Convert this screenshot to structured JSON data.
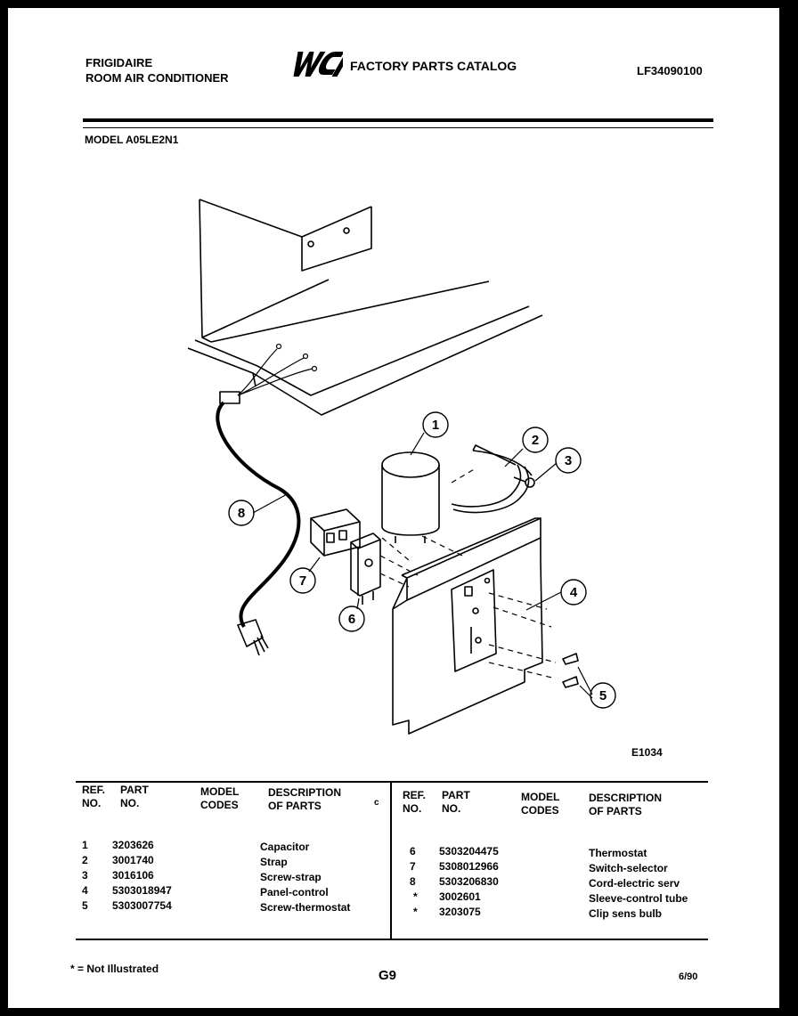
{
  "header": {
    "brand_line1": "FRIGIDAIRE",
    "brand_line2": "ROOM AIR CONDITIONER",
    "logo_text": "WCI",
    "catalog_title": "FACTORY PARTS CATALOG",
    "doc_number": "LF34090100",
    "model": "MODEL A05LE2N1"
  },
  "diagram": {
    "callouts": [
      "1",
      "2",
      "3",
      "4",
      "5",
      "6",
      "7",
      "8"
    ],
    "figure_id": "E1034"
  },
  "table": {
    "left_headers": {
      "ref": [
        "REF.",
        "NO."
      ],
      "part": [
        "PART",
        "NO."
      ],
      "codes": [
        "MODEL",
        "CODES"
      ],
      "desc": [
        "DESCRIPTION",
        "OF PARTS"
      ]
    },
    "right_headers": {
      "ref": [
        "REF.",
        "NO."
      ],
      "part": [
        "PART",
        "NO."
      ],
      "codes": [
        "MODEL",
        "CODES"
      ],
      "desc": [
        "DESCRIPTION",
        "OF PARTS"
      ]
    },
    "left_rows": [
      {
        "ref": "1",
        "part": "3203626",
        "desc": "Capacitor"
      },
      {
        "ref": "2",
        "part": "3001740",
        "desc": "Strap"
      },
      {
        "ref": "3",
        "part": "3016106",
        "desc": "Screw-strap"
      },
      {
        "ref": "4",
        "part": "5303018947",
        "desc": "Panel-control"
      },
      {
        "ref": "5",
        "part": "5303007754",
        "desc": "Screw-thermostat"
      }
    ],
    "right_rows": [
      {
        "ref": "6",
        "part": "5303204475",
        "desc": "Thermostat"
      },
      {
        "ref": "7",
        "part": "5308012966",
        "desc": "Switch-selector"
      },
      {
        "ref": "8",
        "part": "5303206830",
        "desc": "Cord-electric serv"
      },
      {
        "ref": "*",
        "part": "3002601",
        "desc": "Sleeve-control tube"
      },
      {
        "ref": "*",
        "part": "3203075",
        "desc": "Clip sens bulb"
      }
    ],
    "tick_mark": "c"
  },
  "footer": {
    "note": "* = Not Illustrated",
    "page": "G9",
    "date": "6/90"
  }
}
